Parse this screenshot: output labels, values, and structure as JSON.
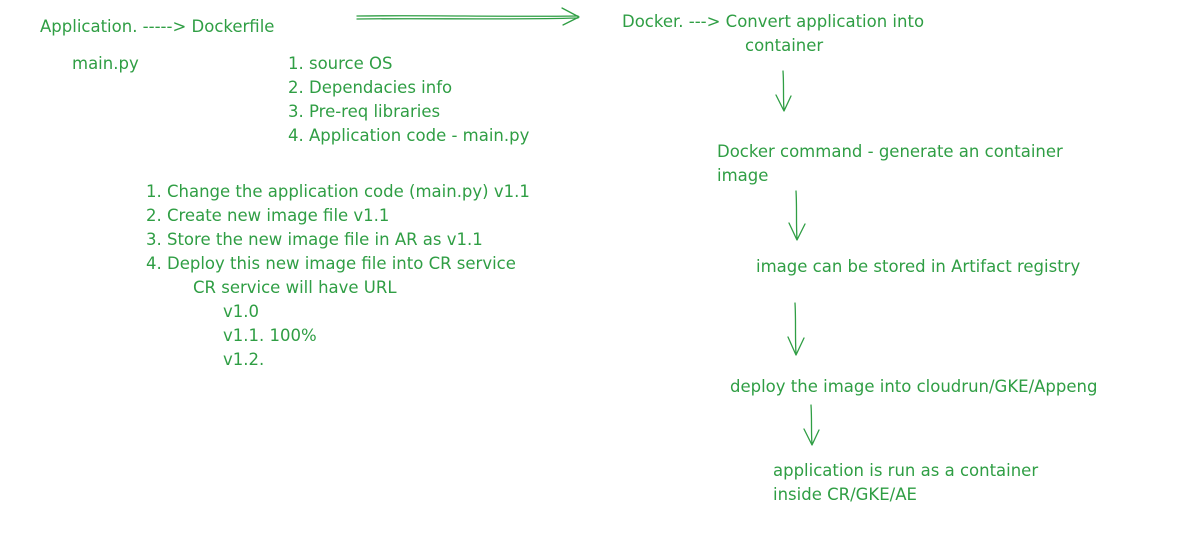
{
  "left": {
    "header": "Application. -----> Dockerfile",
    "main_file": "main.py",
    "dockerfile_items": [
      "1. source OS",
      "2. Dependacies info",
      "3. Pre-req libraries",
      "4. Application code - main.py"
    ],
    "update_steps": [
      "1. Change the application code (main.py) v1.1",
      "2. Create new image file v1.1",
      "3. Store the new image file in AR as v1.1",
      "4. Deploy this new image file into CR service"
    ],
    "cr_url_note": "CR service will have URL",
    "versions": [
      "v1.0",
      "v1.1. 100%",
      "v1.2."
    ]
  },
  "right": {
    "docker_line1": "Docker. ---> Convert application into",
    "docker_line2": "container",
    "command_line1": "Docker command - generate an container",
    "command_line2": "image",
    "registry": "image can be stored in Artifact registry",
    "deploy": "deploy the image into cloudrun/GKE/Appeng",
    "run_line1": "application is run as a container",
    "run_line2": "inside CR/GKE/AE"
  },
  "colors": {
    "ink": "#2f9e44",
    "background": "#ffffff"
  }
}
